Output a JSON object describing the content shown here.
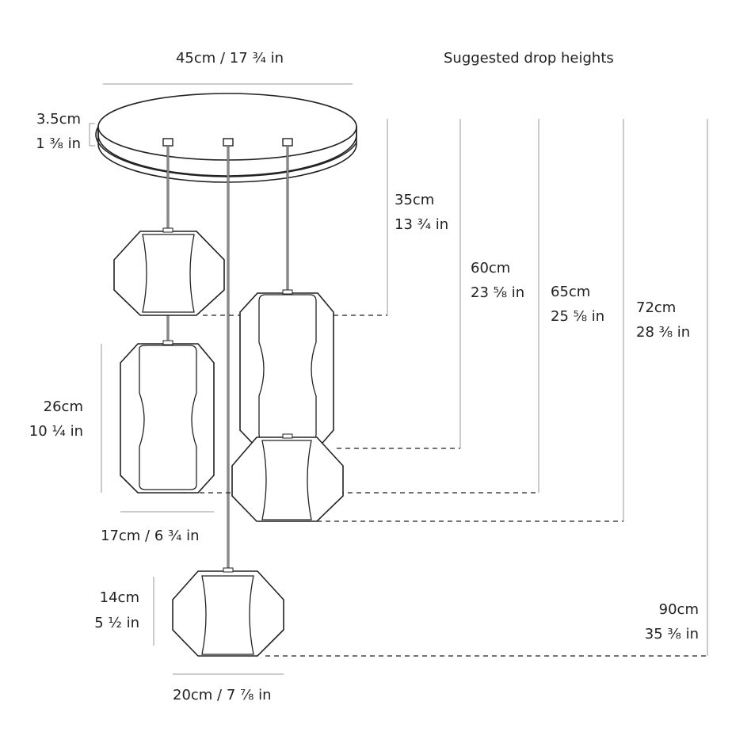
{
  "header": {
    "canopy_width": "45cm / 17 ¾ in",
    "suggested_title": "Suggested drop heights"
  },
  "canopy": {
    "height_cm": "3.5cm",
    "height_in": "1 ⅜ in"
  },
  "pendant_large": {
    "height_cm": "26cm",
    "height_in": "10 ¼ in",
    "width": "17cm / 6 ¾ in"
  },
  "pendant_small": {
    "height_cm": "14cm",
    "height_in": "5 ½ in",
    "width": "20cm / 7 ⅞ in"
  },
  "drops": [
    {
      "cm": "35cm",
      "in": "13 ¾ in"
    },
    {
      "cm": "60cm",
      "in": "23 ⅝ in"
    },
    {
      "cm": "65cm",
      "in": "25 ⅝ in"
    },
    {
      "cm": "72cm",
      "in": "28 ⅜ in"
    },
    {
      "cm": "90cm",
      "in": "35 ⅜ in"
    }
  ]
}
